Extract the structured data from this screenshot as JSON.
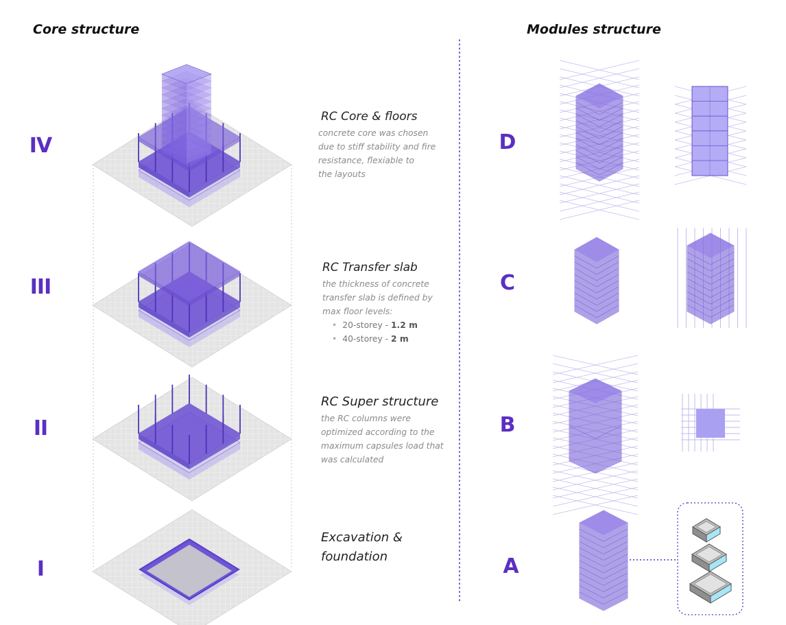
{
  "headings": {
    "core": "Core structure",
    "modules": "Modules structure"
  },
  "stages": [
    {
      "numeral": "IV",
      "title": "RC Core & floors",
      "body": "concrete core was chosen\ndue to stiff stability and fire\nresistance, flexiable to\nthe layouts"
    },
    {
      "numeral": "III",
      "title": "RC Transfer slab",
      "body": "the thickness of concrete\ntransfer slab is defined by\nmax floor levels:",
      "bullets": [
        {
          "text": "20-storey - ",
          "bold": "1.2 m"
        },
        {
          "text": "40-storey - ",
          "bold": "2 m"
        }
      ]
    },
    {
      "numeral": "II",
      "title": "RC Super structure",
      "body": "the RC columns were\noptimized according to the\nmaximum capsules load that\nwas calculated"
    },
    {
      "numeral": "I",
      "title": "Excavation &\nfoundation"
    }
  ],
  "modules": [
    {
      "letter": "D"
    },
    {
      "letter": "C"
    },
    {
      "letter": "B"
    },
    {
      "letter": "A"
    }
  ],
  "colors": {
    "accent": "#5b2fc2",
    "purple_fill": "#7b5fd6",
    "light_purple": "#a9a0f2",
    "ground": "#d9d9d9",
    "dotted_divider": "#5b2fc2"
  }
}
